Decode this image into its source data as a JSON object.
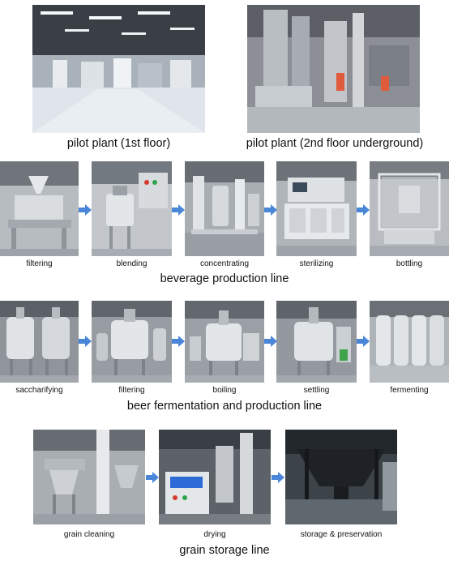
{
  "top": {
    "left_caption": "pilot plant (1st floor)",
    "right_caption": "pilot plant (2nd floor underground)"
  },
  "beverage": {
    "title": "beverage production line",
    "steps": [
      "filtering",
      "blending",
      "concentrating",
      "sterilizing",
      "bottling"
    ]
  },
  "beer": {
    "title": "beer fermentation and production line",
    "steps": [
      "saccharifying",
      "filtering",
      "boiling",
      "settling",
      "fermenting"
    ]
  },
  "grain": {
    "title": "grain storage line",
    "steps": [
      "grain cleaning",
      "drying",
      "storage & preservation"
    ]
  },
  "colors": {
    "arrow": "#4a86d8",
    "text": "#111111"
  },
  "icons": {
    "flow_arrow": "right-arrow-icon"
  }
}
